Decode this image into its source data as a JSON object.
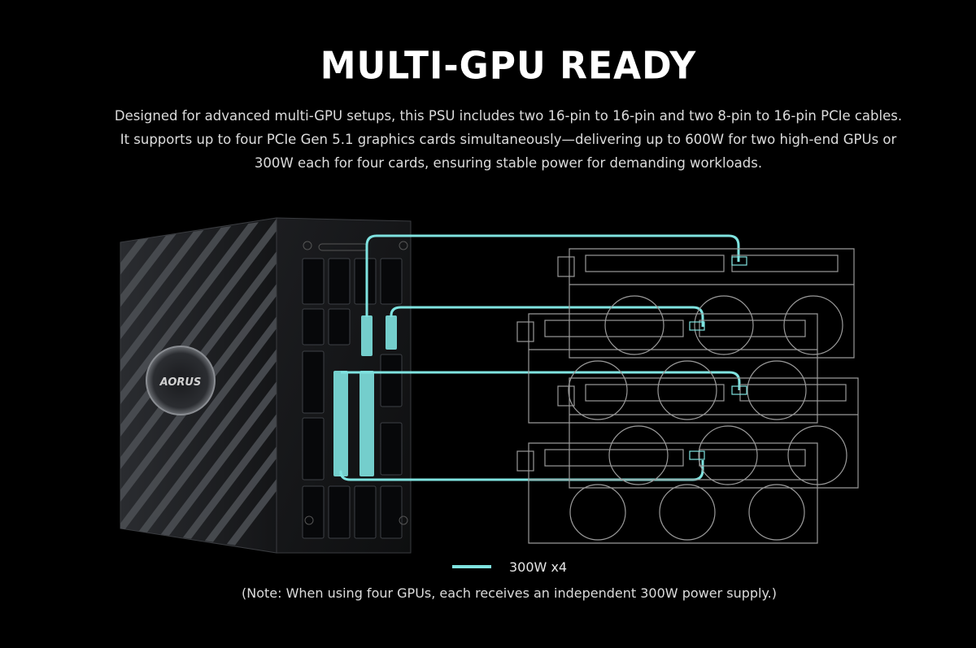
{
  "title": "MULTI-GPU READY",
  "description": [
    "Designed for advanced multi-GPU setups, this PSU includes two 16-pin to 16-pin and two 8-pin to 16-pin PCIe cables.",
    "It supports up to four PCIe Gen 5.1 graphics cards simultaneously—delivering up to 600W for two high-end GPUs or",
    "300W each for four cards, ensuring stable power for demanding workloads."
  ],
  "psu": {
    "brand_badge": "AORUS"
  },
  "legend": {
    "label": "300W x4",
    "color": "#7fe3e0"
  },
  "note": "(Note: When using four GPUs, each receives an independent 300W power supply.)",
  "colors": {
    "background": "#000000",
    "cable": "#7fe3e0",
    "gpu_outline": "#9a9a9a"
  },
  "gpu_count": 4
}
